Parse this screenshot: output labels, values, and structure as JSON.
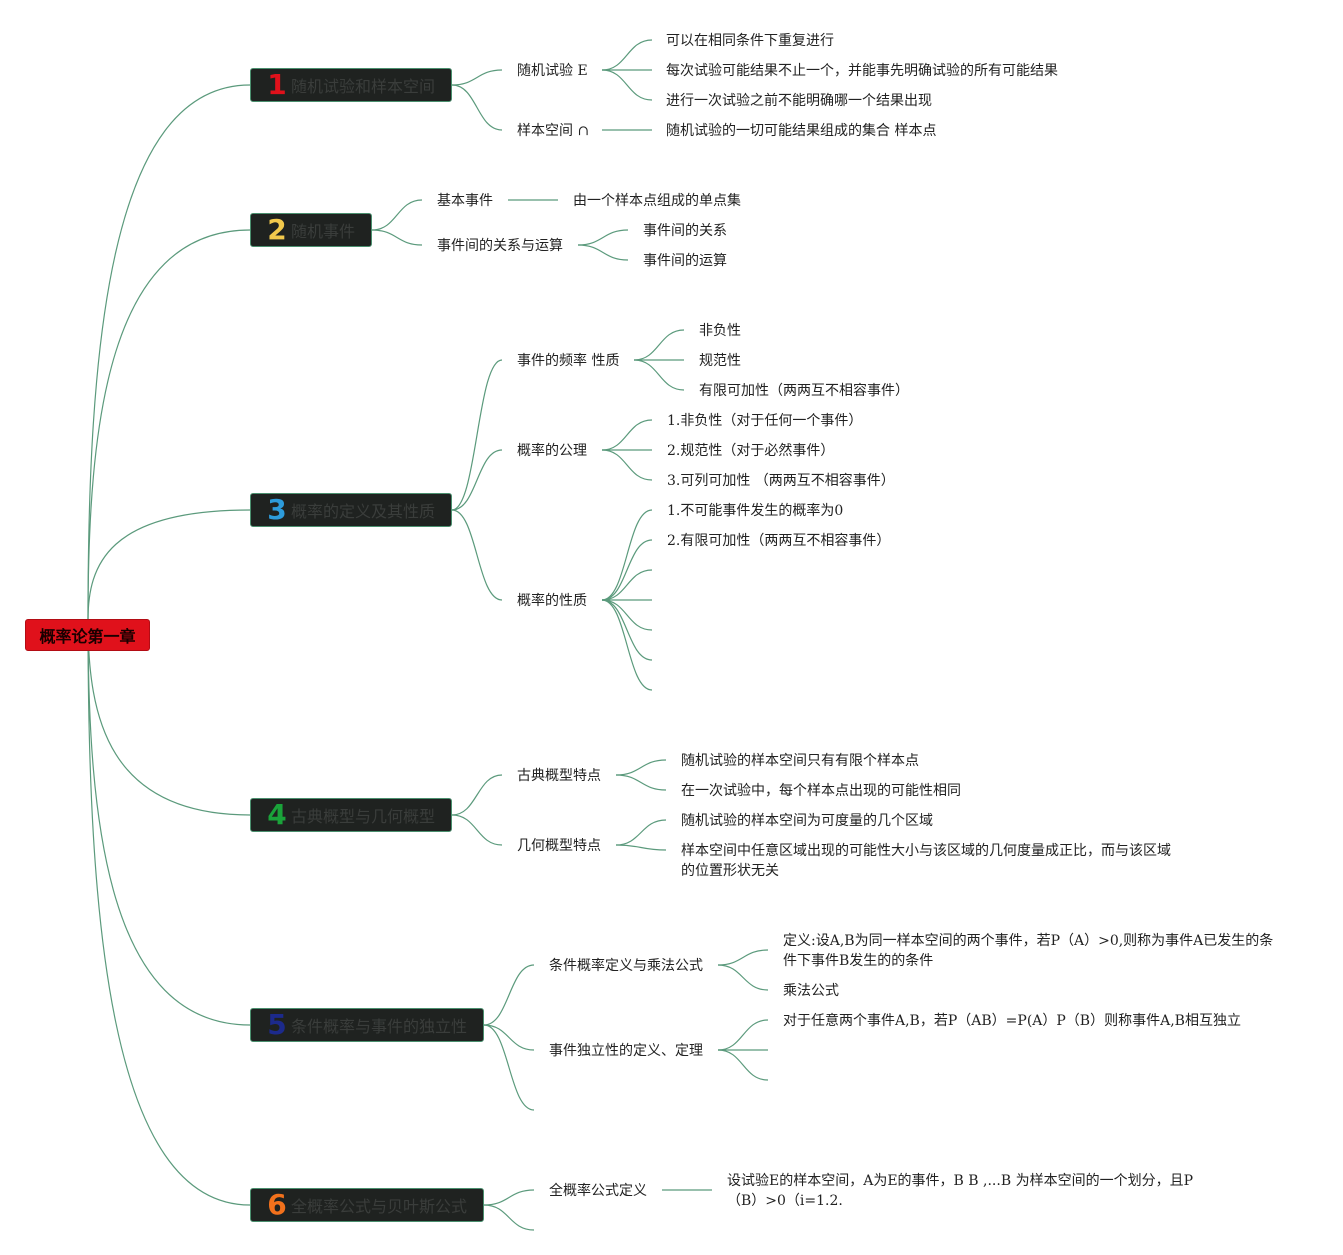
{
  "root": {
    "label": "概率论第一章"
  },
  "topics": [
    {
      "num": "1",
      "label": "随机试验和样本空间",
      "num_color": "#e0111b"
    },
    {
      "num": "2",
      "label": "随机事件",
      "num_color": "#f2c94c"
    },
    {
      "num": "3",
      "label": "概率的定义及其性质",
      "num_color": "#2d9cdb"
    },
    {
      "num": "4",
      "label": "古典概型与几何概型",
      "num_color": "#1aa33a"
    },
    {
      "num": "5",
      "label": "条件概率与事件的独立性",
      "num_color": "#1c2a8c"
    },
    {
      "num": "6",
      "label": "全概率公式与贝叶斯公式",
      "num_color": "#f2711c"
    }
  ],
  "t1": {
    "exp": "随机试验 E",
    "exp_items": [
      "可以在相同条件下重复进行",
      "每次试验可能结果不止一个，并能事先明确试验的所有可能结果",
      "进行一次试验之前不能明确哪一个结果出现"
    ],
    "space": "样本空间 ∩",
    "space_item": "随机试验的一切可能结果组成的集合 样本点"
  },
  "t2": {
    "basic": "基本事件",
    "basic_item": "由一个样本点组成的单点集",
    "rel": "事件间的关系与运算",
    "rel_items": [
      "事件间的关系",
      "事件间的运算"
    ]
  },
  "t3": {
    "freq": "事件的频率 性质",
    "freq_items": [
      "非负性",
      "规范性",
      "有限可加性（两两互不相容事件）"
    ],
    "axiom": "概率的公理",
    "axiom_items": [
      "1.非负性（对于任何一个事件）",
      "2.规范性（对于必然事件）",
      "3.可列可加性 （两两互不相容事件）"
    ],
    "prop": "概率的性质",
    "prop_items": [
      "1.不可能事件发生的概率为0",
      "2.有限可加性（两两互不相容事件）"
    ]
  },
  "t4": {
    "classic": "古典概型特点",
    "classic_items": [
      "随机试验的样本空间只有有限个样本点",
      "在一次试验中，每个样本点出现的可能性相同"
    ],
    "geo": "几何概型特点",
    "geo_items": [
      "随机试验的样本空间为可度量的几个区域",
      "样本空间中任意区域出现的可能性大小与该区域的几何度量成正比，而与该区域的位置形状无关"
    ]
  },
  "t5": {
    "cond": "条件概率定义与乘法公式",
    "cond_items": [
      "定义:设A,B为同一样本空间的两个事件，若P（A）>0,则称为事件A已发生的条件下事件B发生的的条件",
      "乘法公式"
    ],
    "indep": "事件独立性的定义、定理",
    "indep_items": [
      "对于任意两个事件A,B，若P（AB）=P(A）P（B）则称事件A,B相互独立"
    ]
  },
  "t6": {
    "total": "全概率公式定义",
    "total_item": "设试验E的样本空间，A为E的事件，B B ,...B 为样本空间的一个划分，且P（B）>0（i=1.2."
  }
}
